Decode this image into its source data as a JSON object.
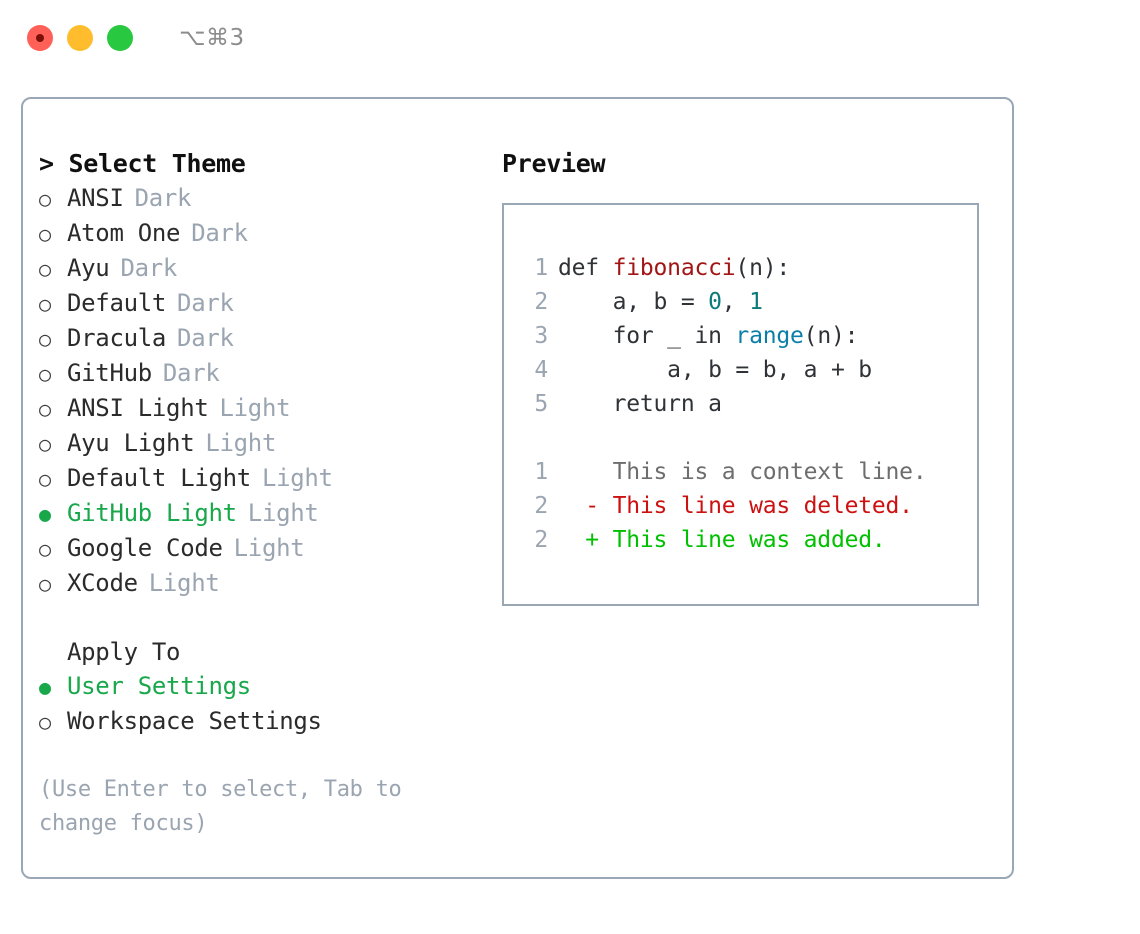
{
  "titlebar": {
    "shortcut": "⌥⌘3",
    "buttons": [
      "close",
      "minimize",
      "zoom"
    ]
  },
  "theme_list": {
    "header": "> Select Theme",
    "prompt_symbol": ">",
    "bullet_unselected": "○",
    "bullet_selected": "●",
    "items": [
      {
        "bullet": "○",
        "label": "ANSI",
        "variant": "Dark",
        "selected": false
      },
      {
        "bullet": "○",
        "label": "Atom One",
        "variant": "Dark",
        "selected": false
      },
      {
        "bullet": "○",
        "label": "Ayu",
        "variant": "Dark",
        "selected": false
      },
      {
        "bullet": "○",
        "label": "Default",
        "variant": "Dark",
        "selected": false
      },
      {
        "bullet": "○",
        "label": "Dracula",
        "variant": "Dark",
        "selected": false
      },
      {
        "bullet": "○",
        "label": "GitHub",
        "variant": "Dark",
        "selected": false
      },
      {
        "bullet": "○",
        "label": "ANSI Light",
        "variant": "Light",
        "selected": false
      },
      {
        "bullet": "○",
        "label": "Ayu Light",
        "variant": "Light",
        "selected": false
      },
      {
        "bullet": "○",
        "label": "Default Light",
        "variant": "Light",
        "selected": false
      },
      {
        "bullet": "●",
        "label": "GitHub Light",
        "variant": "Light",
        "selected": true
      },
      {
        "bullet": "○",
        "label": "Google Code",
        "variant": "Light",
        "selected": false
      },
      {
        "bullet": "○",
        "label": "XCode",
        "variant": "Light",
        "selected": false
      }
    ]
  },
  "apply_to": {
    "title": "Apply To",
    "options": [
      {
        "bullet": "●",
        "label": "User Settings",
        "selected": true
      },
      {
        "bullet": "○",
        "label": "Workspace Settings",
        "selected": false
      }
    ]
  },
  "hint": "(Use Enter to select, Tab to change focus)",
  "preview": {
    "title": "Preview",
    "code_lines": [
      {
        "lineno": "1",
        "tokens": [
          {
            "text": "def ",
            "kind": "plain"
          },
          {
            "text": "fibonacci",
            "kind": "fn"
          },
          {
            "text": "(n):",
            "kind": "plain"
          }
        ]
      },
      {
        "lineno": "2",
        "tokens": [
          {
            "text": "    a, b = ",
            "kind": "plain"
          },
          {
            "text": "0",
            "kind": "num"
          },
          {
            "text": ", ",
            "kind": "plain"
          },
          {
            "text": "1",
            "kind": "num"
          }
        ]
      },
      {
        "lineno": "3",
        "tokens": [
          {
            "text": "    for _ in ",
            "kind": "plain"
          },
          {
            "text": "range",
            "kind": "call"
          },
          {
            "text": "(n):",
            "kind": "plain"
          }
        ]
      },
      {
        "lineno": "4",
        "tokens": [
          {
            "text": "        a, b = b, a + b",
            "kind": "plain"
          }
        ]
      },
      {
        "lineno": "5",
        "tokens": [
          {
            "text": "    return a",
            "kind": "plain"
          }
        ]
      }
    ],
    "diff_lines": [
      {
        "lineno": "1",
        "marker": "  ",
        "text": "This is a context line.",
        "kind": "ctx"
      },
      {
        "lineno": "2",
        "marker": "- ",
        "text": "This line was deleted.",
        "kind": "del"
      },
      {
        "lineno": "2",
        "marker": "+ ",
        "text": "This line was added.",
        "kind": "add"
      }
    ]
  },
  "colors": {
    "selection_green": "#18a84b",
    "muted": "#9aa5b1",
    "border": "#9aa7b5",
    "function_red": "#a31515",
    "number_teal": "#0d7a7a",
    "call_blue": "#0b7fa8",
    "diff_deleted": "#cc1111",
    "diff_added": "#00c000",
    "light_red": "#ff6058",
    "light_yellow": "#ffbd2e",
    "light_green": "#28c840"
  }
}
